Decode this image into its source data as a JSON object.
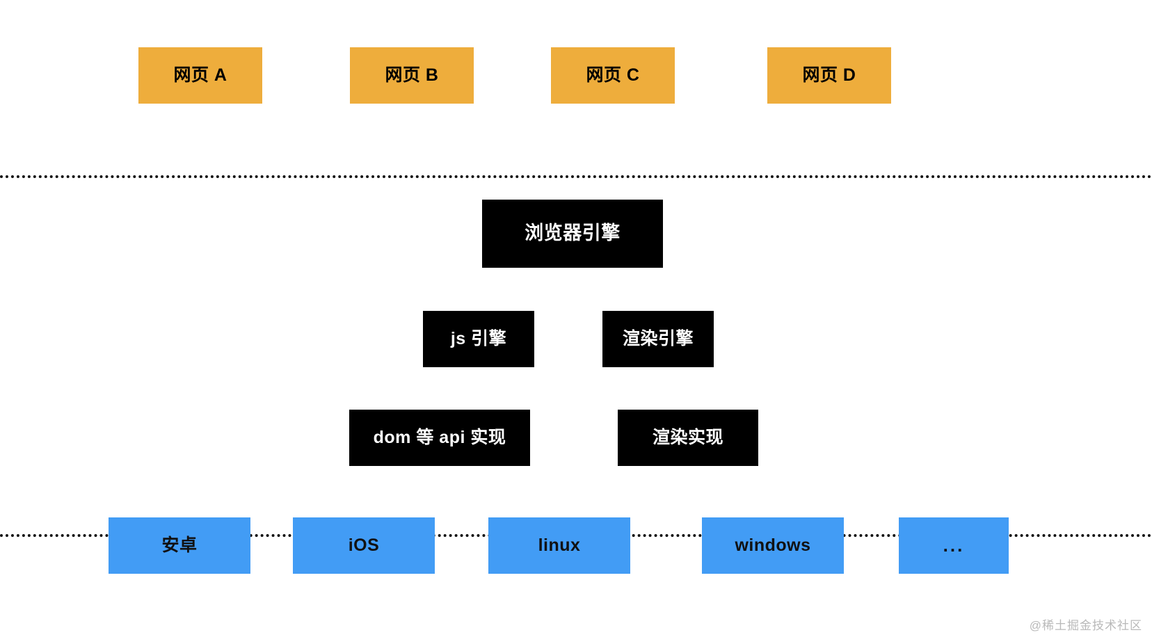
{
  "diagram": {
    "type": "layered-architecture",
    "background_color": "#ffffff",
    "layers": [
      {
        "id": "web-pages",
        "role": "web page layer",
        "color": "#eead3c",
        "text_color": "#000000",
        "nodes": [
          {
            "label": "网页 A",
            "name": "page-a"
          },
          {
            "label": "网页 B",
            "name": "page-b"
          },
          {
            "label": "网页 C",
            "name": "page-c"
          },
          {
            "label": "网页 D",
            "name": "page-d"
          }
        ]
      },
      {
        "id": "browser-engine",
        "role": "browser engine layer",
        "color": "#000000",
        "text_color": "#ffffff",
        "nodes": [
          {
            "label": "浏览器引擎",
            "name": "browser-engine"
          },
          {
            "label": "js 引擎",
            "name": "js-engine"
          },
          {
            "label": "渲染引擎",
            "name": "render-engine"
          },
          {
            "label": "dom 等 api 实现",
            "name": "dom-api-impl"
          },
          {
            "label": "渲染实现",
            "name": "render-impl"
          }
        ]
      },
      {
        "id": "operating-systems",
        "role": "operating system layer",
        "color": "#429cf5",
        "text_color": "#111111",
        "nodes": [
          {
            "label": "安卓",
            "name": "os-android"
          },
          {
            "label": "iOS",
            "name": "os-ios"
          },
          {
            "label": "linux",
            "name": "os-linux"
          },
          {
            "label": "windows",
            "name": "os-windows"
          },
          {
            "label": "...",
            "name": "os-more"
          }
        ]
      }
    ],
    "dividers": [
      {
        "name": "divider-top",
        "style": "dotted",
        "color": "#111111"
      },
      {
        "name": "divider-bottom",
        "style": "dotted",
        "color": "#111111"
      }
    ]
  },
  "watermark": {
    "text": "@稀土掘金技术社区",
    "color": "#b9b9b9"
  }
}
